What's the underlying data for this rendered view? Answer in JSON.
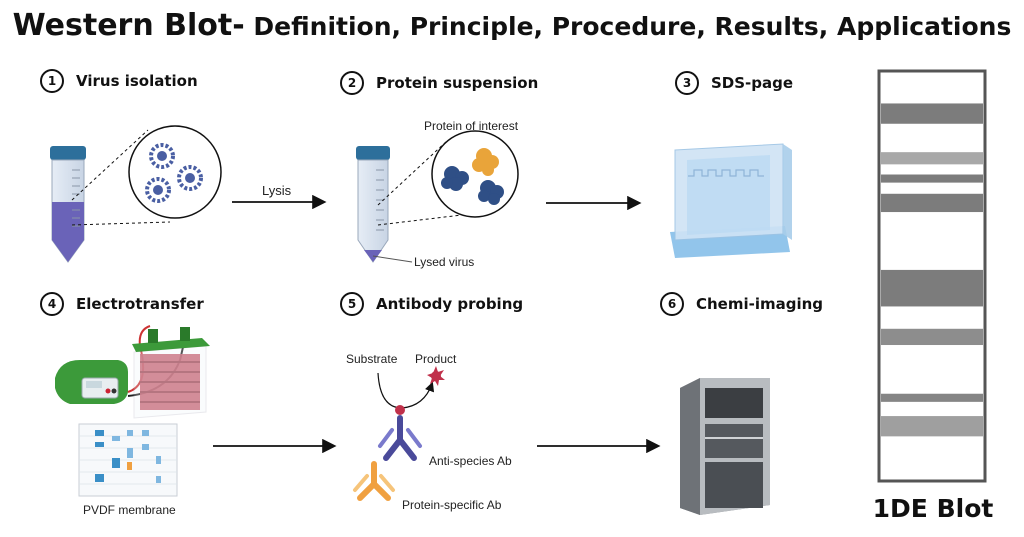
{
  "title": {
    "main": "Western Blot-",
    "subtitle": " Definition, Principle, Procedure, Results, Applications"
  },
  "steps": [
    {
      "number": "1",
      "label": "Virus isolation"
    },
    {
      "number": "2",
      "label": "Protein suspension"
    },
    {
      "number": "3",
      "label": "SDS-page"
    },
    {
      "number": "4",
      "label": "Electrotransfer"
    },
    {
      "number": "5",
      "label": "Antibody probing"
    },
    {
      "number": "6",
      "label": "Chemi-imaging"
    }
  ],
  "labels": {
    "lysis": "Lysis",
    "protein_of_interest": "Protein of interest",
    "lysed_virus": "Lysed virus",
    "pvdf_membrane": "PVDF membrane",
    "substrate": "Substrate",
    "product": "Product",
    "anti_species_ab": "Anti-species Ab",
    "protein_specific_ab": "Protein-specific Ab"
  },
  "blot": {
    "label": "1DE Blot",
    "bands": [
      {
        "position": 0.1,
        "thickness": 0.05,
        "intensity": 0.75
      },
      {
        "position": 0.21,
        "thickness": 0.03,
        "intensity": 0.5
      },
      {
        "position": 0.26,
        "thickness": 0.02,
        "intensity": 0.75
      },
      {
        "position": 0.32,
        "thickness": 0.045,
        "intensity": 0.75
      },
      {
        "position": 0.53,
        "thickness": 0.09,
        "intensity": 0.75
      },
      {
        "position": 0.65,
        "thickness": 0.04,
        "intensity": 0.65
      },
      {
        "position": 0.8,
        "thickness": 0.02,
        "intensity": 0.7
      },
      {
        "position": 0.87,
        "thickness": 0.05,
        "intensity": 0.55
      }
    ]
  },
  "colors": {
    "tube_cap": "#2d6f9b",
    "tube_liquid": "#6a63b8",
    "virus": "#4a5fa3",
    "protein_orange": "#e9a43a",
    "protein_blue": "#2f4f86",
    "gel": "#bcd9f2",
    "electro_green": "#3c9a3a",
    "electro_red": "#c45a6a",
    "antibody_purple": "#4a4a9a",
    "antibody_orange": "#f0a040",
    "product_red": "#c0304a",
    "imager_gray": "#8e9297",
    "blot_band": "#6a6a6a"
  }
}
